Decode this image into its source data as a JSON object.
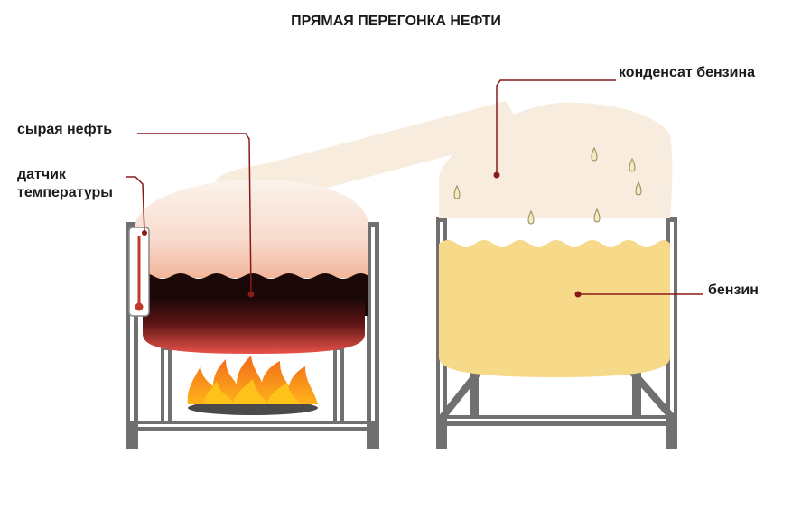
{
  "diagram": {
    "title": "ПРЯМАЯ ПЕРЕГОНКА НЕФТИ",
    "labels": {
      "crude_oil": "сырая нефть",
      "temperature_sensor": "датчик температуры",
      "gasoline_condensate": "конденсат бензина",
      "gasoline": "бензин"
    }
  },
  "colors": {
    "frame": "#707070",
    "steam": "#f7ecdd",
    "gasoline_liquid": "#f7d98a",
    "crude_oil": "#1a0808",
    "hot_oil": "#e0504a",
    "leader_line": "#8a1a1a",
    "flame": "#f26a1b",
    "flame_core": "#ffc21a"
  }
}
